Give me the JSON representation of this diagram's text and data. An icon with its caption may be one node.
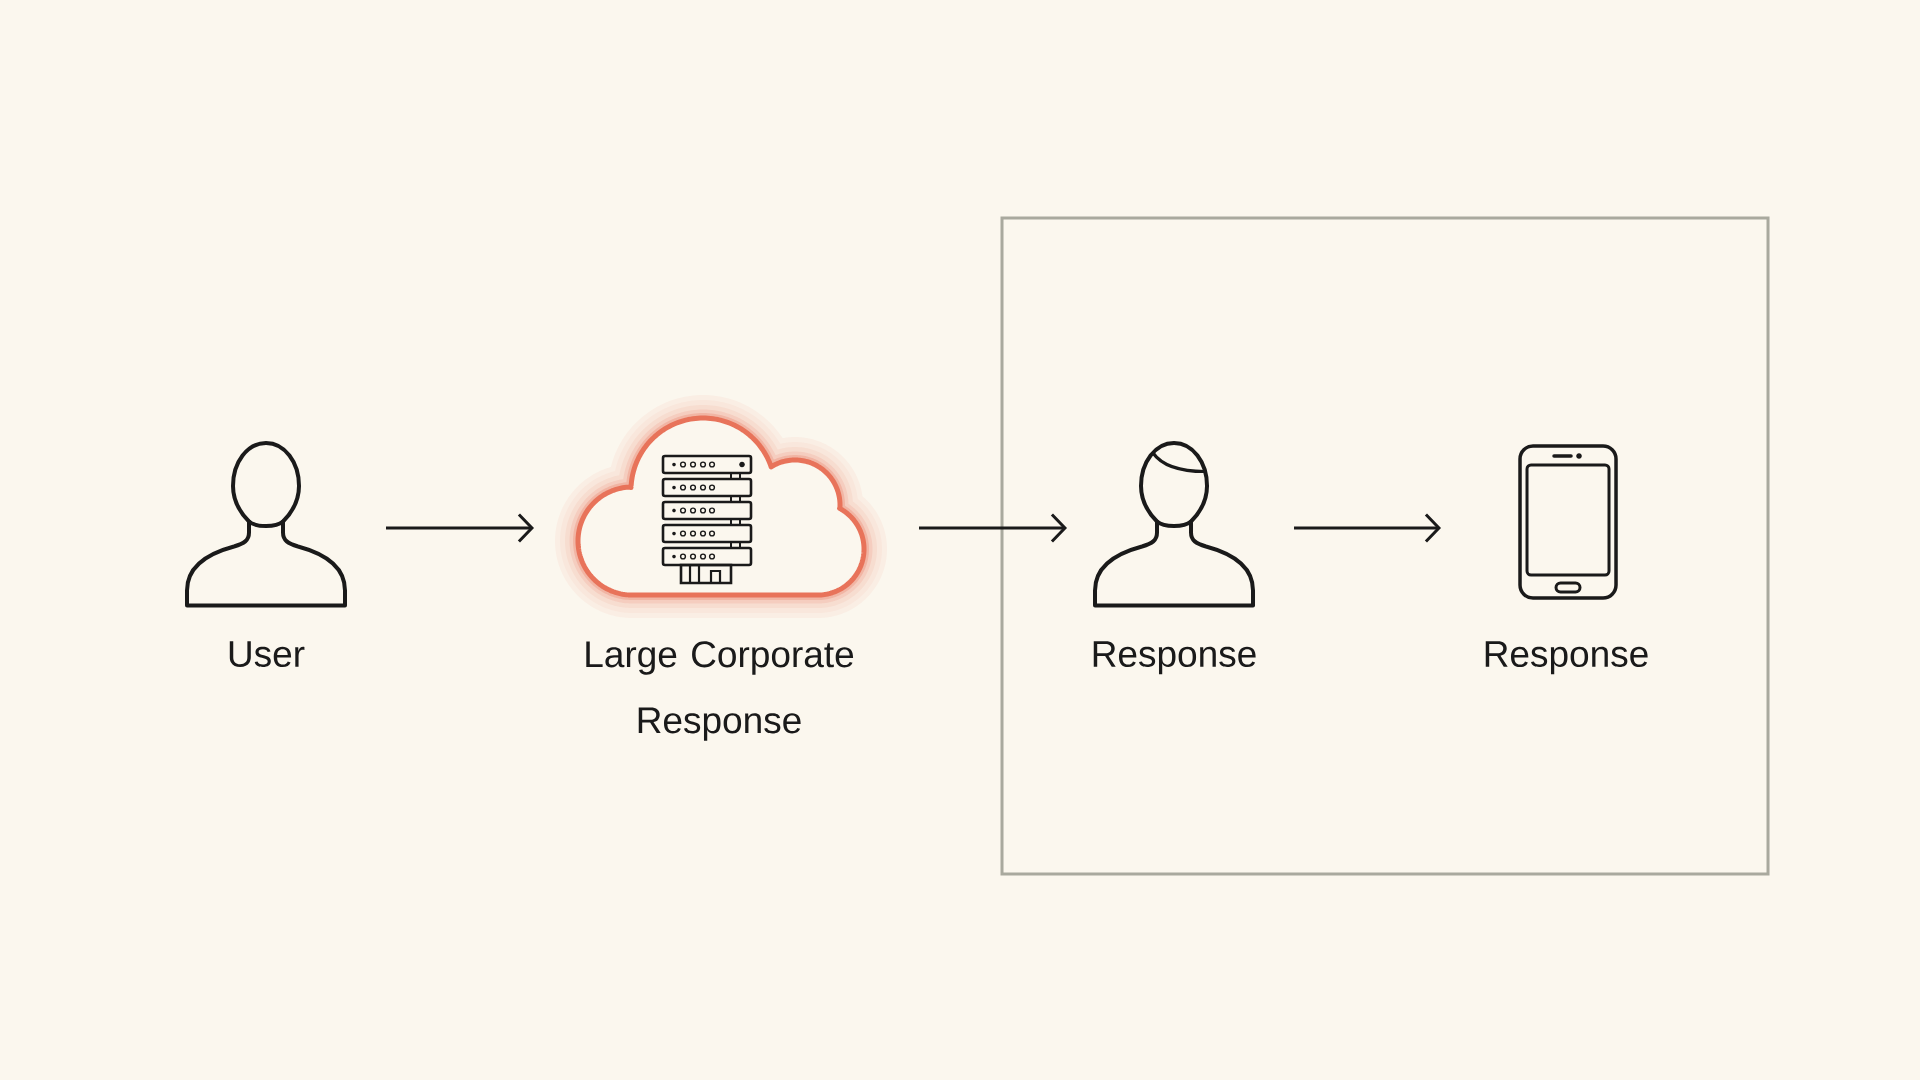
{
  "diagram": {
    "nodes": [
      {
        "text": [
          "User"
        ]
      },
      {
        "text": [
          "Large Corporate Response"
        ]
      },
      {
        "text": [],
        "shape": "box"
      },
      {
        "text": [
          "Response"
        ],
        "in": 2
      },
      {
        "text": [
          "Response"
        ],
        "in": 2
      }
    ],
    "edges": [
      {
        "from": 0,
        "to": 1,
        "arrow": "to"
      },
      {
        "from": 1,
        "to": 3,
        "arrow": "to"
      },
      {
        "from": 3,
        "to": 4,
        "arrow": "to"
      }
    ]
  }
}
